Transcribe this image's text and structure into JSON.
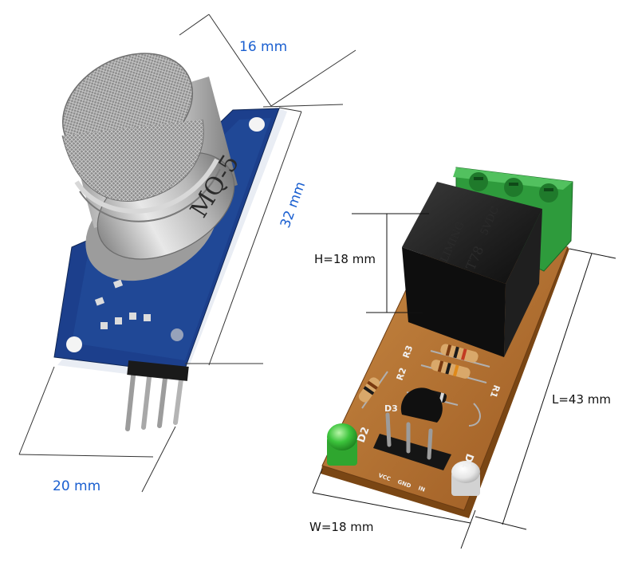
{
  "sensor_module": {
    "marking": "MQ-5",
    "dimensions": {
      "width": "20 mm",
      "depth": "16 mm",
      "length": "32 mm"
    }
  },
  "relay_module": {
    "relay_marking": {
      "brand": "LIMING",
      "model": "T78",
      "voltage": "5VDC"
    },
    "silkscreen": {
      "r3": "R3",
      "r2": "R2",
      "r1": "R1",
      "d3": "D3",
      "d2": "D2",
      "d1": "D1",
      "pin_vcc": "VCC",
      "pin_gnd": "GND",
      "pin_in": "IN"
    },
    "dimensions": {
      "height": "H=18 mm",
      "width": "W=18 mm",
      "length": "L=43 mm"
    }
  },
  "colors": {
    "dimension_text_left": "#1a5fd0",
    "dimension_text_right": "#111111",
    "pcb_blue": "#1c3f8c",
    "pcb_brown": "#b8722c",
    "terminal_green": "#2e9b3c",
    "led_green": "#3cc43c"
  }
}
